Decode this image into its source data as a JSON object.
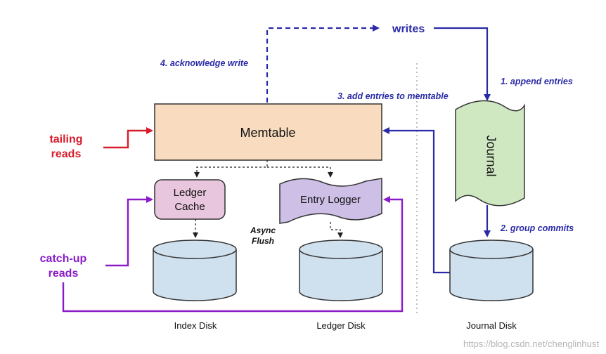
{
  "labels": {
    "writes": "writes",
    "acknowledge": "4. acknowledge write",
    "append": "1. append entries",
    "add_memtable": "3. add entries to memtable",
    "group_commits": "2. group commits",
    "tailing_line1": "tailing",
    "tailing_line2": "reads",
    "catchup_line1": "catch-up",
    "catchup_line2": "reads",
    "async_line1": "Async",
    "async_line2": "Flush"
  },
  "boxes": {
    "memtable": "Memtable",
    "ledger_cache_line1": "Ledger",
    "ledger_cache_line2": "Cache",
    "entry_logger": "Entry Logger",
    "journal": "Journal"
  },
  "disks": {
    "index": "Index Disk",
    "ledger": "Ledger Disk",
    "journal": "Journal Disk"
  },
  "watermark": "https://blog.csdn.net/chenglinhust",
  "colors": {
    "blue": "#2a2aa8",
    "red": "#d81b2a",
    "purple": "#8a1cc8",
    "memtable_fill": "#f9dcc0",
    "ledger_cache_fill": "#e8c6dd",
    "entry_logger_fill": "#cdbfe6",
    "journal_fill": "#cfe8c2",
    "disk_fill": "#cfe0ef"
  }
}
